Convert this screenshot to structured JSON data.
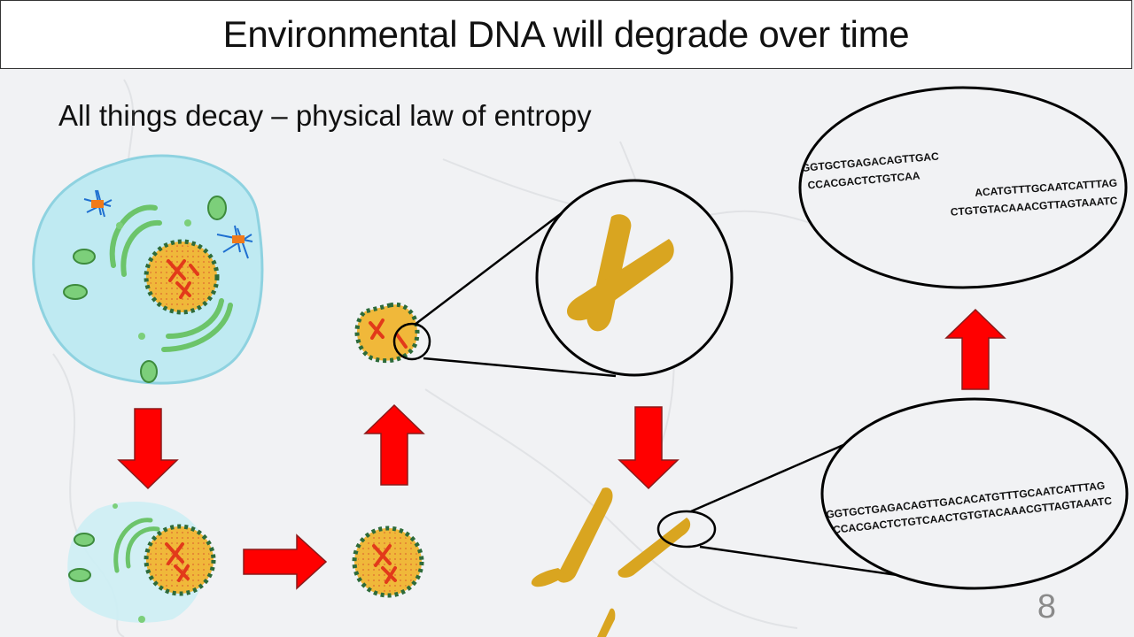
{
  "title": "Environmental DNA will degrade over time",
  "subtitle": "All things decay – physical law of entropy",
  "page_number": "8",
  "colors": {
    "arrow": "#ff0000",
    "chromosome": "#d9a520",
    "nucleus": "#e8b23a",
    "cell_membrane": "#bfeaf2",
    "organelle": "#7ccf7a"
  },
  "sequences": {
    "fragmented": {
      "left_top": "GGTGCTGAGACAGTTGAC",
      "left_bottom": "CCACGACTCTGTCAA",
      "right_top": "ACATGTTTGCAATCATTTAG",
      "right_bottom": "CTGTGTACAAACGTTAGTAAATC"
    },
    "intact": {
      "top": "GGTGCTGAGACAGTTGACACATGTTTGCAATCATTTAG",
      "bottom": "CCACGACTCTGTCAACTGTGTACAAACGTTAGTAAATC"
    }
  }
}
